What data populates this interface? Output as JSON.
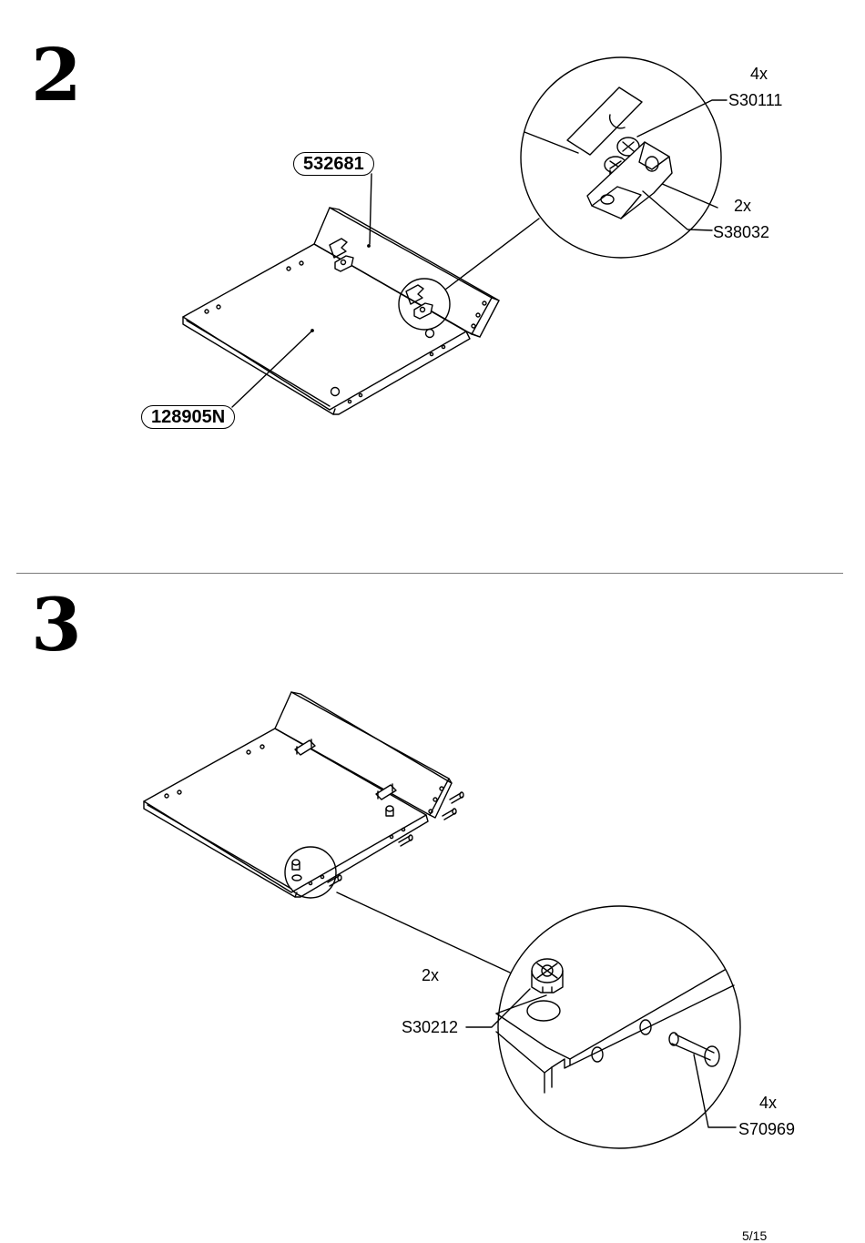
{
  "step2": {
    "number": "2",
    "part_labels": {
      "back_panel": "532681",
      "bottom_panel": "128905N"
    },
    "hardware": [
      {
        "qty": "4x",
        "code": "S30111",
        "icon": "screw-icon"
      },
      {
        "qty": "2x",
        "code": "S38032",
        "icon": "angle-bracket-icon"
      }
    ]
  },
  "step3": {
    "number": "3",
    "hardware": [
      {
        "qty": "2x",
        "code": "S30212",
        "icon": "cam-lock-icon"
      },
      {
        "qty": "4x",
        "code": "S70969",
        "icon": "dowel-icon"
      }
    ]
  },
  "footer": {
    "page_number": "5/15"
  }
}
